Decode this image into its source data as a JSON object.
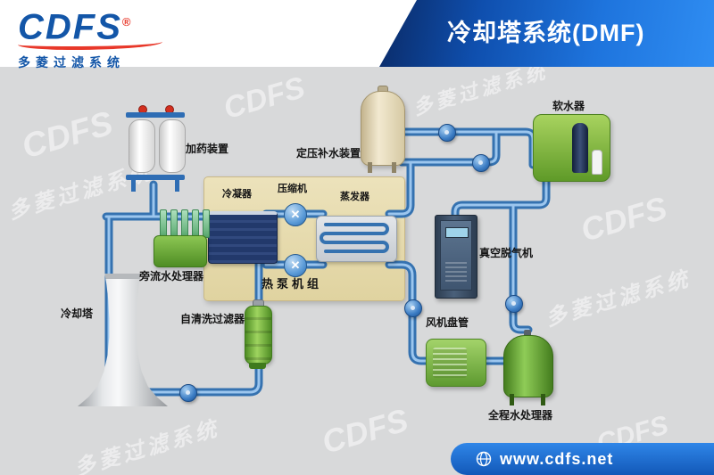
{
  "header": {
    "logo": {
      "brand": "CDFS",
      "registered": "®",
      "subtitle": "多菱过滤系统"
    },
    "title": "冷却塔系统(DMF)"
  },
  "watermark": {
    "brand": "CDFS",
    "subtitle": "多菱过滤系统"
  },
  "diagram": {
    "equipment": {
      "dosing_device": "加药装置",
      "pressure_makeup": "定压补水装置",
      "softener": "软水器",
      "condenser": "冷凝器",
      "compressor": "压缩机",
      "evaporator": "蒸发器",
      "heat_pump_unit": "热泵机组",
      "vacuum_degasser": "真空脱气机",
      "sidestream_processor": "旁流水处理器",
      "cooling_tower": "冷却塔",
      "self_cleaning_filter": "自清洗过滤器",
      "fan_coil": "风机盘管",
      "full_process_processor": "全程水处理器"
    },
    "icons": {
      "fan_glyph": "✕"
    },
    "colors": {
      "pipe": "#3572b0",
      "pipe_highlight": "#9cc6ee",
      "panel_beige": "#e8ddb2",
      "equipment_green": "#6fae3a",
      "header_blue": "#1e74dd",
      "logo_blue": "#1356a8",
      "logo_red": "#e8382a"
    }
  },
  "footer": {
    "url": "www.cdfs.net"
  }
}
